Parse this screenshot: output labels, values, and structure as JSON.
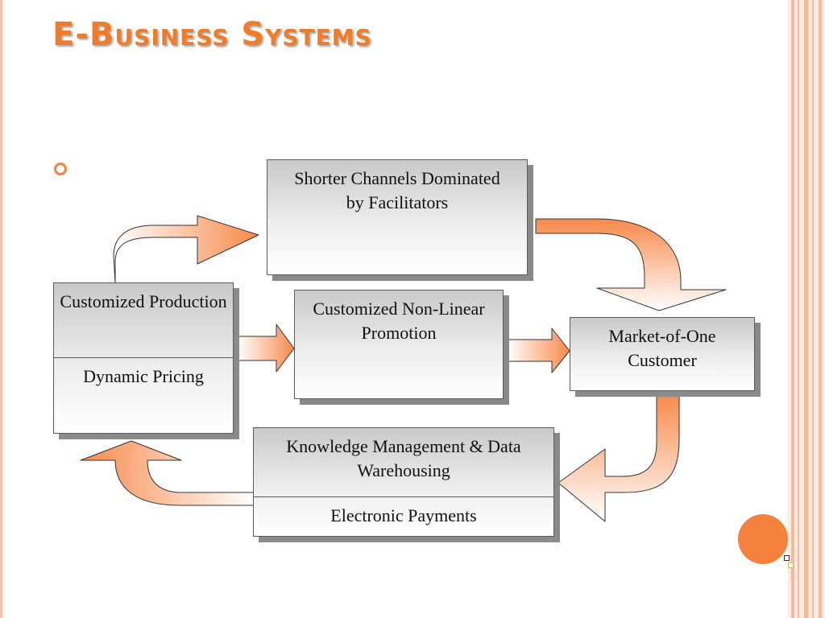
{
  "slide": {
    "title": "E-Business Systems"
  },
  "diagram": {
    "boxes": {
      "shorter_channels": "Shorter Channels Dominated by Facilitators",
      "customized_production": "Customized Production",
      "dynamic_pricing": "Dynamic Pricing",
      "nonlinear_promotion": "Customized Non-Linear Promotion",
      "market_of_one": "Market-of-One Customer",
      "knowledge_management": "Knowledge Management & Data Warehousing",
      "electronic_payments": "Electronic Payments"
    }
  },
  "colors": {
    "title": "#f07c28",
    "arrow_fill": "#f7894a",
    "accent_circle": "#f5823c"
  }
}
